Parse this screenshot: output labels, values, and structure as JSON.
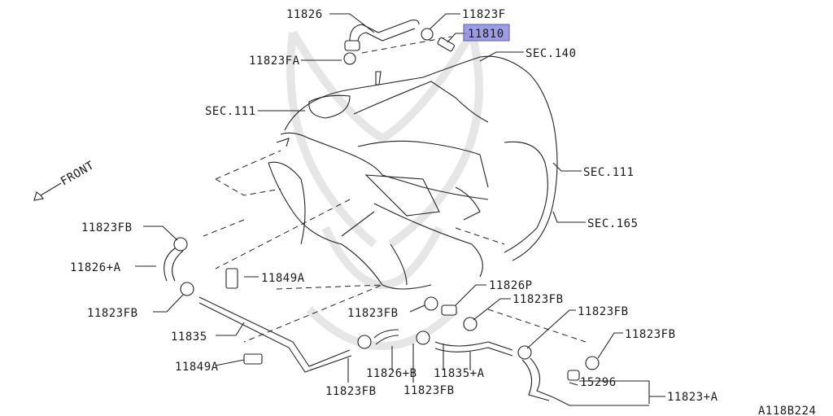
{
  "diagram_id": "A118B224",
  "highlight_color": "#8c8ce0",
  "highlighted_part": "11810",
  "orientation_label": "FRONT",
  "callouts": {
    "hose_top": "11826",
    "clamp_top": "11823F",
    "pcv_valve": "11810",
    "clamp_fa": "11823FA",
    "sec140": "SEC.140",
    "sec111_left": "SEC.111",
    "sec111_right": "SEC.111",
    "sec165": "SEC.165",
    "clamp_fb_1": "11823FB",
    "hose_a": "11826+A",
    "bolt_1": "11849A",
    "clamp_fb_2": "11823FB",
    "hose_p": "11826P",
    "clamp_fb_3": "11823FB",
    "clamp_fb_4": "11823FB",
    "clamp_fb_5": "11823FB",
    "pipe": "11835",
    "clamp_fb_6": "11823FB",
    "bolt_2": "11849A",
    "hose_b": "11826+B",
    "pipe_a": "11835+A",
    "clamp_fb_7": "11823FB",
    "clamp_fb_8": "11823FB",
    "part_15296": "15296",
    "assembly_a": "11823+A"
  }
}
